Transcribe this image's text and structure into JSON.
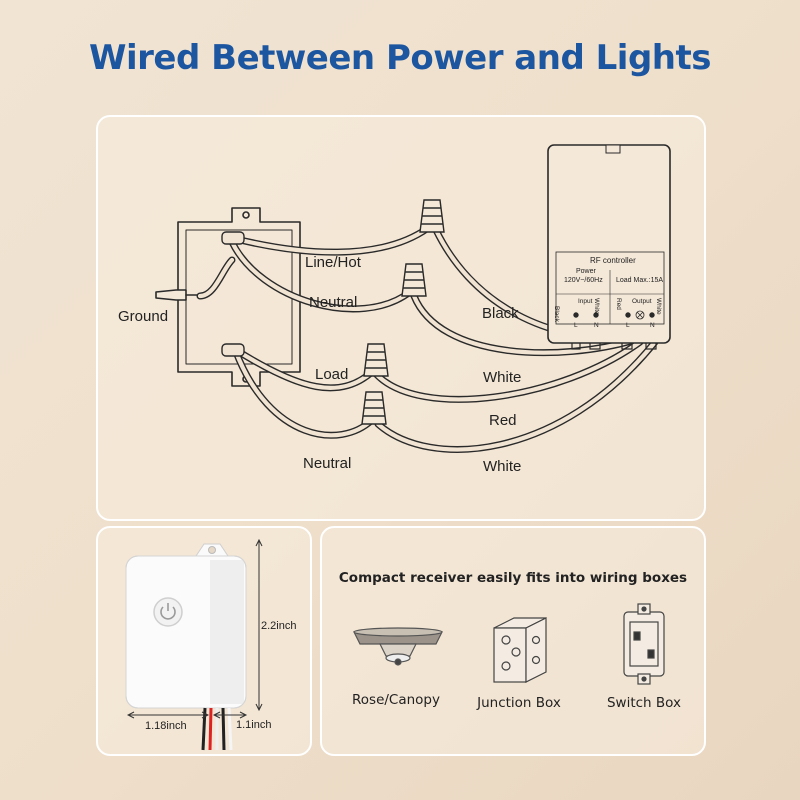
{
  "title": "Wired Between Power and Lights",
  "wiring": {
    "labels": {
      "line_hot": "Line/Hot",
      "neutral_top": "Neutral",
      "ground": "Ground",
      "load": "Load",
      "neutral_bottom": "Neutral",
      "black": "Black",
      "white_top": "White",
      "red": "Red",
      "white_bottom": "White"
    },
    "controller": {
      "name": "RF controller",
      "power": "Power",
      "rating": "120V~/60Hz",
      "load_max": "Load Max.:15A",
      "terminals": [
        "Black",
        "Input",
        "White",
        "Red",
        "Output",
        "White"
      ],
      "letters": [
        "L",
        "N",
        "L",
        "N"
      ]
    }
  },
  "dimensions": {
    "height": "2.2inch",
    "width": "1.18inch",
    "depth": "1.1inch"
  },
  "fit": {
    "title": "Compact receiver easily fits into wiring boxes",
    "boxes": [
      "Rose/Canopy",
      "Junction Box",
      "Switch Box"
    ]
  }
}
